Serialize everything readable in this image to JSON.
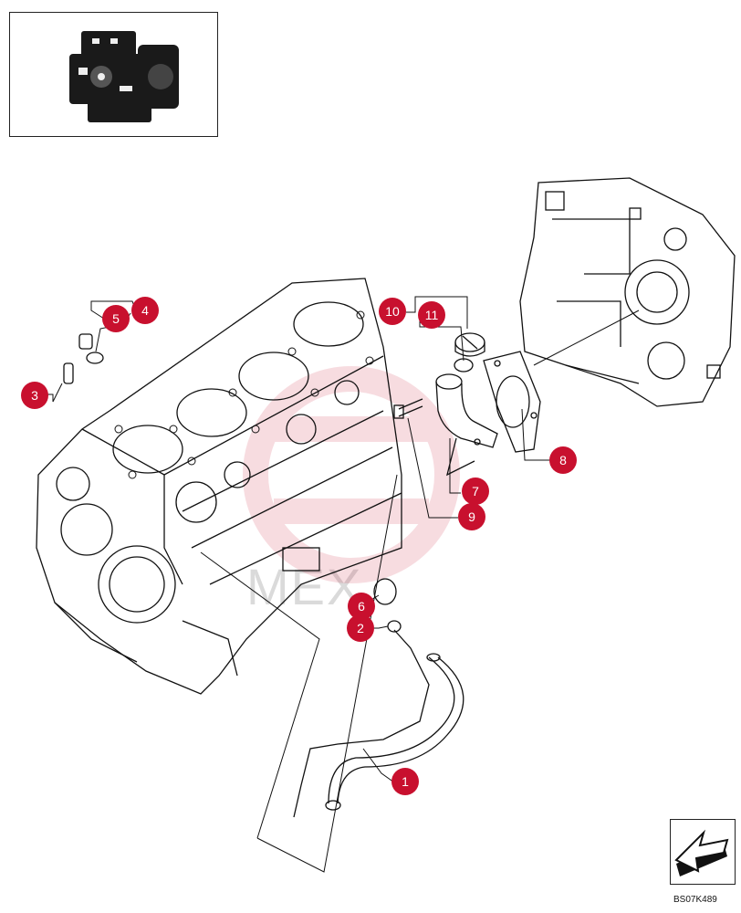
{
  "figure": {
    "drawing_code": "BS07K489",
    "watermark": "MEX",
    "callout_color": "#c8102e",
    "line_color": "#111111"
  },
  "thumbnail": {
    "icon": "engine-overview-icon"
  },
  "callouts": [
    {
      "id": "1",
      "label": "1"
    },
    {
      "id": "2",
      "label": "2"
    },
    {
      "id": "3",
      "label": "3"
    },
    {
      "id": "4",
      "label": "4"
    },
    {
      "id": "5",
      "label": "5"
    },
    {
      "id": "6",
      "label": "6"
    },
    {
      "id": "7",
      "label": "7"
    },
    {
      "id": "8",
      "label": "8"
    },
    {
      "id": "9",
      "label": "9"
    },
    {
      "id": "10",
      "label": "10"
    },
    {
      "id": "11",
      "label": "11"
    }
  ],
  "navigation": {
    "icon": "next-page-arrow-icon"
  }
}
